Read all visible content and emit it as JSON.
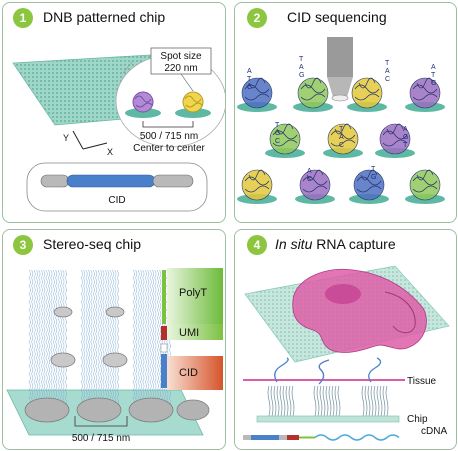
{
  "panels": [
    {
      "number": "1",
      "title": "DNB patterned chip",
      "labels": {
        "spot_size": "Spot size",
        "spot_size_value": "220 nm",
        "pitch": "500 / 715 nm",
        "pitch_caption": "Center to center",
        "axis_x": "X",
        "axis_y": "Y",
        "cid": "CID"
      }
    },
    {
      "number": "2",
      "title": "CID sequencing"
    },
    {
      "number": "3",
      "title": "Stereo-seq chip",
      "labels": {
        "polyt": "PolyT",
        "umi": "UMI",
        "cid": "CID",
        "pitch": "500 / 715 nm"
      }
    },
    {
      "number": "4",
      "title_italic": "In situ",
      "title_rest": " RNA capture",
      "labels": {
        "tissue": "Tissue",
        "chip": "Chip",
        "cdna": "cDNA"
      }
    }
  ],
  "colors": {
    "accent_green": "#8cc63f",
    "chip_teal": "#7fc4b4",
    "dnb_purple": "#9a6fc1",
    "dnb_yellow": "#e3c83a",
    "dnb_blue": "#4e6fc2",
    "dnb_green": "#8fc85a",
    "tissue_pink": "#dd5ea8",
    "polyt_green": "#7cc142",
    "umi_red": "#b2312b",
    "cid_orange": "#d6542a",
    "cid_blue": "#4a7fc9"
  }
}
